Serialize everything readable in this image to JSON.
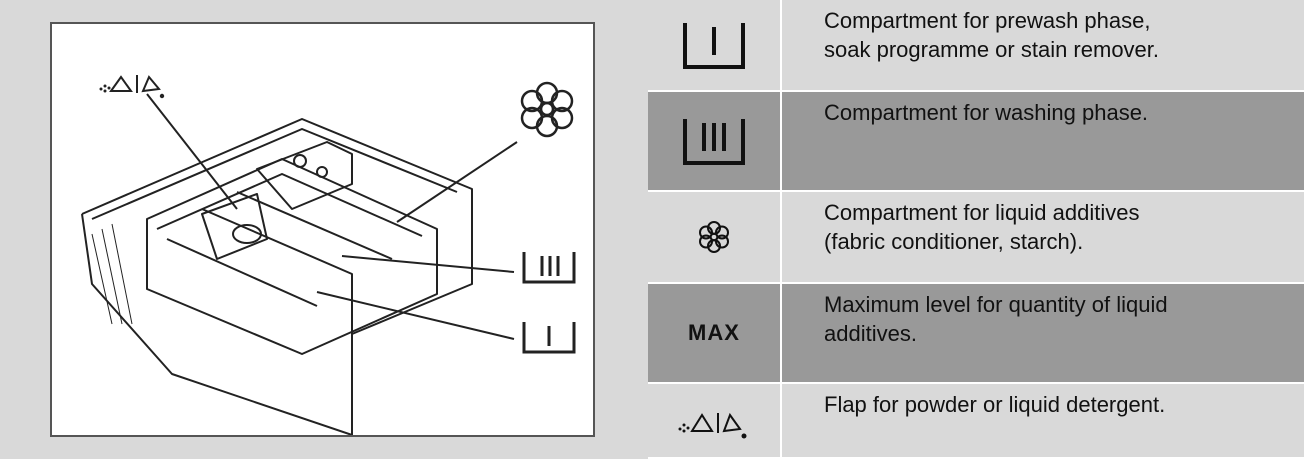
{
  "illustration": {
    "callouts": [
      {
        "icon": "powder-liquid-flap-icon"
      },
      {
        "icon": "flower-icon"
      },
      {
        "icon": "main-wash-compartment-icon"
      },
      {
        "icon": "prewash-compartment-icon"
      }
    ]
  },
  "legend": {
    "rows": [
      {
        "icon": "prewash-compartment-icon",
        "text": "Compartment for prewash phase,\nsoak programme or stain remover.",
        "shade": "light"
      },
      {
        "icon": "main-wash-compartment-icon",
        "text": "Compartment for washing phase.",
        "shade": "dark"
      },
      {
        "icon": "flower-icon",
        "text": "Compartment for liquid additives\n(fabric conditioner, starch).",
        "shade": "light"
      },
      {
        "icon": "max-level-label",
        "symbol_text": "MAX",
        "text": "Maximum level for quantity of liquid\nadditives.",
        "shade": "dark"
      },
      {
        "icon": "powder-liquid-flap-icon",
        "text": "Flap for powder or liquid detergent.",
        "shade": "light"
      }
    ]
  },
  "colors": {
    "light_row": "#d9d9d9",
    "dark_row": "#999999",
    "frame": "#555555"
  }
}
